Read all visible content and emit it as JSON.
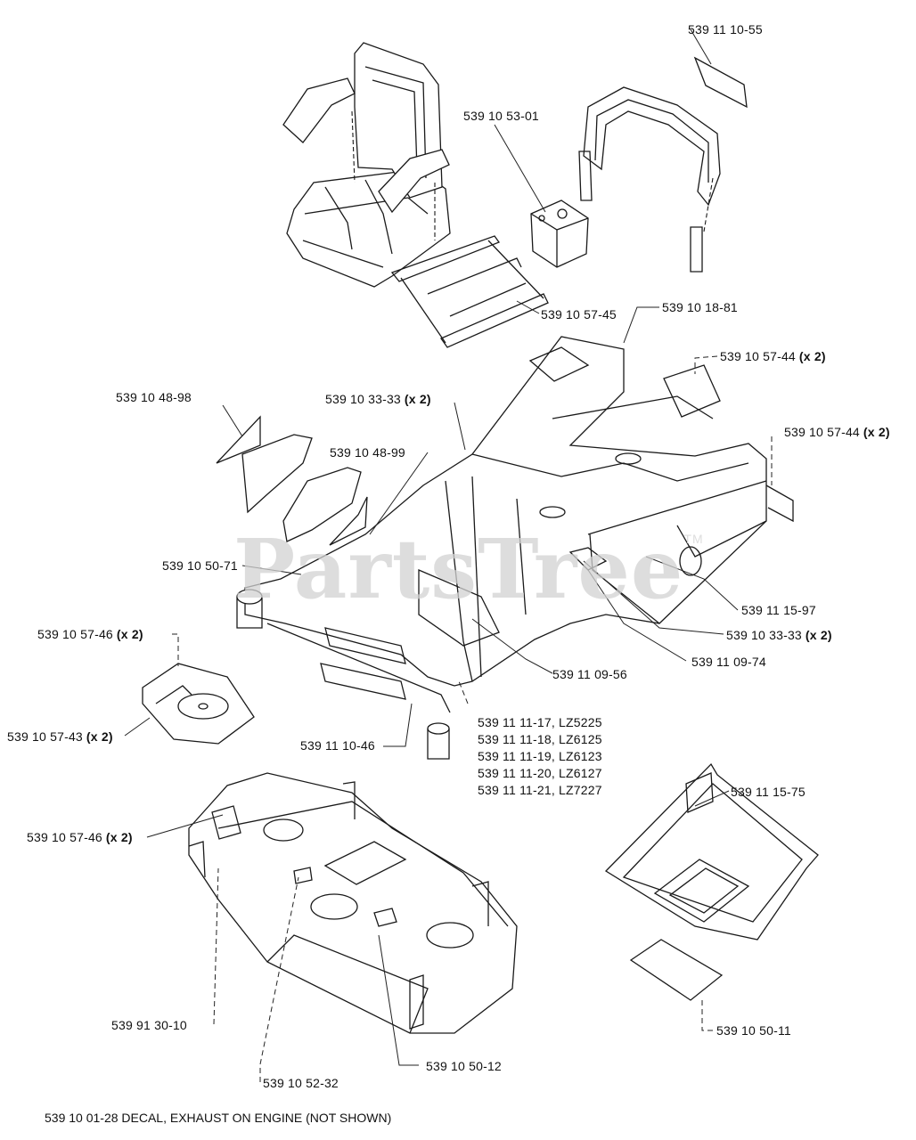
{
  "watermark": {
    "text": "PartsTree",
    "tm": "TM"
  },
  "callouts": [
    {
      "id": "c01",
      "part": "539 11 10-55",
      "qty": ""
    },
    {
      "id": "c02",
      "part": "539 10 53-01",
      "qty": ""
    },
    {
      "id": "c03",
      "part": "539 10 57-45",
      "qty": ""
    },
    {
      "id": "c04",
      "part": "539 10 18-81",
      "qty": ""
    },
    {
      "id": "c05",
      "part": "539 10 57-44",
      "qty": "(x 2)"
    },
    {
      "id": "c06",
      "part": "539 10 48-98",
      "qty": ""
    },
    {
      "id": "c07",
      "part": "539 10 33-33",
      "qty": "(x 2)"
    },
    {
      "id": "c08",
      "part": "539 10 57-44",
      "qty": "(x 2)"
    },
    {
      "id": "c09",
      "part": "539 10 48-99",
      "qty": ""
    },
    {
      "id": "c10",
      "part": "539 10 50-71",
      "qty": ""
    },
    {
      "id": "c11",
      "part": "539 11 15-97",
      "qty": ""
    },
    {
      "id": "c12",
      "part": "539 10 57-46",
      "qty": "(x 2)"
    },
    {
      "id": "c13",
      "part": "539 10 33-33",
      "qty": "(x 2)"
    },
    {
      "id": "c14",
      "part": "539 11 09-74",
      "qty": ""
    },
    {
      "id": "c15",
      "part": "539 11 09-56",
      "qty": ""
    },
    {
      "id": "c16",
      "part": "539 10 57-43",
      "qty": "(x 2)"
    },
    {
      "id": "c17",
      "part": "539 11 10-46",
      "qty": ""
    },
    {
      "id": "c18",
      "part": "539 11 11-17, LZ5225",
      "qty": ""
    },
    {
      "id": "c19",
      "part": "539 11 11-18, LZ6125",
      "qty": ""
    },
    {
      "id": "c20",
      "part": "539 11 11-19, LZ6123",
      "qty": ""
    },
    {
      "id": "c21",
      "part": "539 11 11-20, LZ6127",
      "qty": ""
    },
    {
      "id": "c22",
      "part": "539 11 11-21, LZ7227",
      "qty": ""
    },
    {
      "id": "c23",
      "part": "539 11 15-75",
      "qty": ""
    },
    {
      "id": "c24",
      "part": "539 10 57-46",
      "qty": "(x 2)"
    },
    {
      "id": "c25",
      "part": "539 91 30-10",
      "qty": ""
    },
    {
      "id": "c26",
      "part": "539 10 50-11",
      "qty": ""
    },
    {
      "id": "c27",
      "part": "539 10 50-12",
      "qty": ""
    },
    {
      "id": "c28",
      "part": "539 10 52-32",
      "qty": ""
    }
  ],
  "footer": {
    "note": "539 10 01-28 DECAL, EXHAUST ON ENGINE (NOT SHOWN)"
  }
}
